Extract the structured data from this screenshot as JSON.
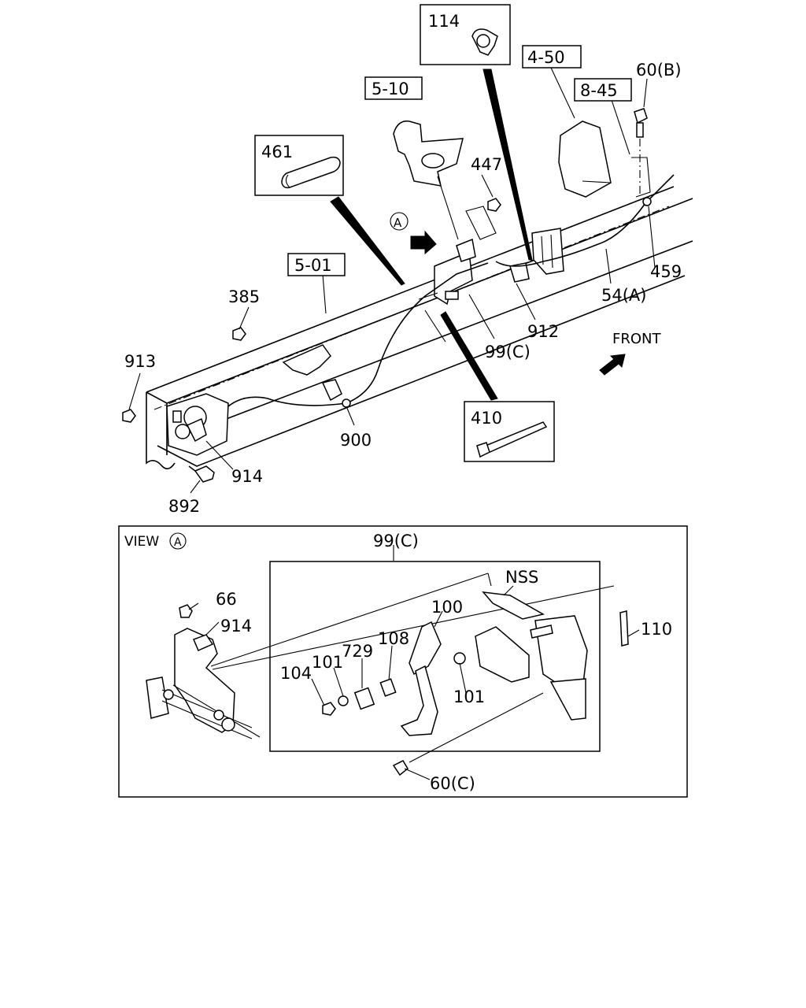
{
  "callouts": {
    "p114": "114",
    "p4_50": "4-50",
    "p5_10": "5-10",
    "p8_45": "8-45",
    "p60b": "60(B)",
    "p461": "461",
    "p447": "447",
    "viewA": "A",
    "p5_01": "5-01",
    "p459": "459",
    "p54a": "54(A)",
    "p385": "385",
    "p912": "912",
    "p99c": "99(C)",
    "front": "FRONT",
    "p913": "913",
    "p900": "900",
    "p410": "410",
    "p914": "914",
    "p892": "892"
  },
  "view_box": {
    "title_prefix": "VIEW",
    "title_circle": "A",
    "p99c": "99(C)",
    "nss": "NSS",
    "p66": "66",
    "p914": "914",
    "p100": "100",
    "p110": "110",
    "p729": "729",
    "p108": "108",
    "p104": "104",
    "p101a": "101",
    "p101b": "101",
    "p60c": "60(C)"
  }
}
